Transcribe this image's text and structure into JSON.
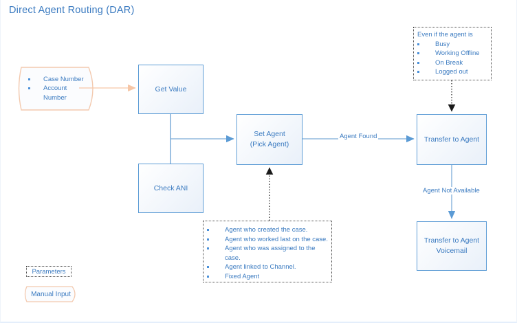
{
  "diagram": {
    "title": "Direct Agent Routing (DAR)",
    "colors": {
      "accent_blue": "#3a7ac0",
      "box_border_blue": "#5b9bd5",
      "manual_input_border": "#f3c9ae",
      "connector_blue": "#7cacd8",
      "connector_orange": "#f6c6a6",
      "note_border": "#4a4a4a"
    },
    "nodes": {
      "manual_input_params": {
        "type": "manual-input",
        "items": [
          "Case Number",
          "Account Number"
        ]
      },
      "get_value": {
        "type": "process",
        "label": "Get Value"
      },
      "check_ani": {
        "type": "process",
        "label": "Check ANI"
      },
      "set_agent": {
        "type": "process",
        "label_line1": "Set Agent",
        "label_line2": "(Pick Agent)"
      },
      "transfer_to_agent": {
        "type": "process",
        "label": "Transfer to Agent"
      },
      "transfer_to_agent_voicemail": {
        "type": "process",
        "label_line1": "Transfer to Agent",
        "label_line2": "Voicemail"
      }
    },
    "notes": {
      "agent_state": {
        "heading": "Even if the agent is",
        "items": [
          "Busy",
          "Working Offline",
          "On Break",
          "Logged out"
        ]
      },
      "agent_selection": {
        "items": [
          "Agent who created the case.",
          "Agent who worked last on the case.",
          "Agent who was assigned to the",
          "case.",
          "Agent linked to Channel.",
          "Fixed Agent"
        ],
        "bullet_flags": [
          true,
          true,
          true,
          false,
          true,
          true
        ]
      }
    },
    "edges": {
      "agent_found": "Agent Found",
      "agent_not_available": "Agent Not Available"
    },
    "legend": {
      "parameters": "Parameters",
      "manual_input": "Manual Input"
    }
  }
}
